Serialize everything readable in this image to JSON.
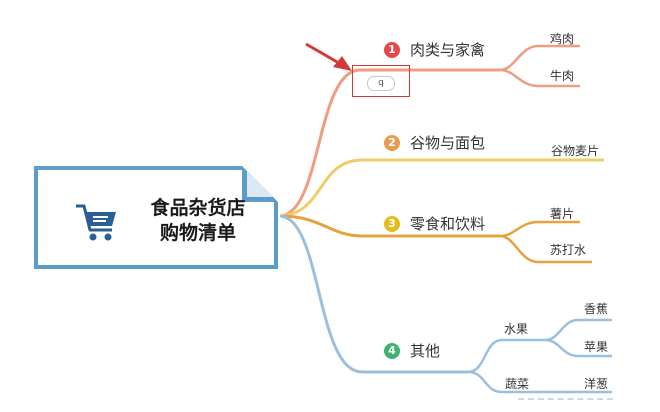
{
  "root": {
    "title_line1": "食品杂货店",
    "title_line2": "购物清单",
    "icon": "shopping-cart-icon"
  },
  "colors": {
    "root_border": "#5b9cc9",
    "branch1": "#ef9c80",
    "branch2": "#f0cc6a",
    "branch3": "#e7a23c",
    "branch4": "#9bbfdd",
    "num1": "#e44949",
    "num2": "#e89a4e",
    "num3": "#e2bc1a",
    "num4": "#3fb36f",
    "annotation": "#d23a3a"
  },
  "branches": [
    {
      "num": "1",
      "label": "肉类与家禽",
      "leaves": [
        "鸡肉",
        "牛肉"
      ]
    },
    {
      "num": "2",
      "label": "谷物与面包",
      "leaves": [
        "谷物麦片"
      ]
    },
    {
      "num": "3",
      "label": "零食和饮料",
      "leaves": [
        "薯片",
        "苏打水"
      ]
    },
    {
      "num": "4",
      "label": "其他",
      "groups": [
        {
          "label": "水果",
          "leaves": [
            "香蕉",
            "苹果"
          ]
        },
        {
          "label": "蔬菜",
          "leaves": [
            "洋葱"
          ]
        }
      ]
    }
  ],
  "search_input": {
    "value": "q"
  }
}
